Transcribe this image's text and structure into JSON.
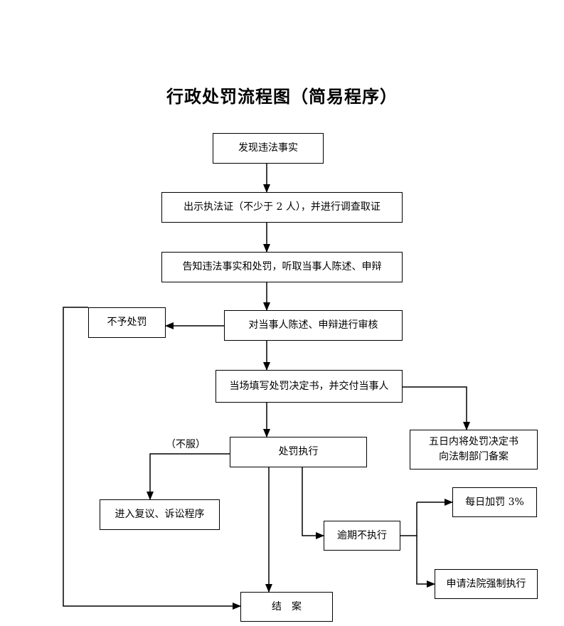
{
  "title": "行政处罚流程图（简易程序）",
  "nodes": {
    "discover": "发现违法事实",
    "show_id": "出示执法证（不少于 2 人），并进行调查取证",
    "inform": "告知违法事实和处罚，听取当事人陈述、申辩",
    "review": "对当事人陈述、申辩进行审核",
    "no_penalty": "不予处罚",
    "decision": "当场填写处罚决定书，并交付当事人",
    "file_line1": "五日内将处罚决定书",
    "file_line2": "向法制部门备案",
    "execute": "处罚执行",
    "reconsider": "进入复议、诉讼程序",
    "overdue": "逾期不执行",
    "daily_fine": "每日加罚 3%",
    "court": "申请法院强制执行",
    "close": "结　案"
  },
  "edge_labels": {
    "disagree": "（不服）"
  }
}
